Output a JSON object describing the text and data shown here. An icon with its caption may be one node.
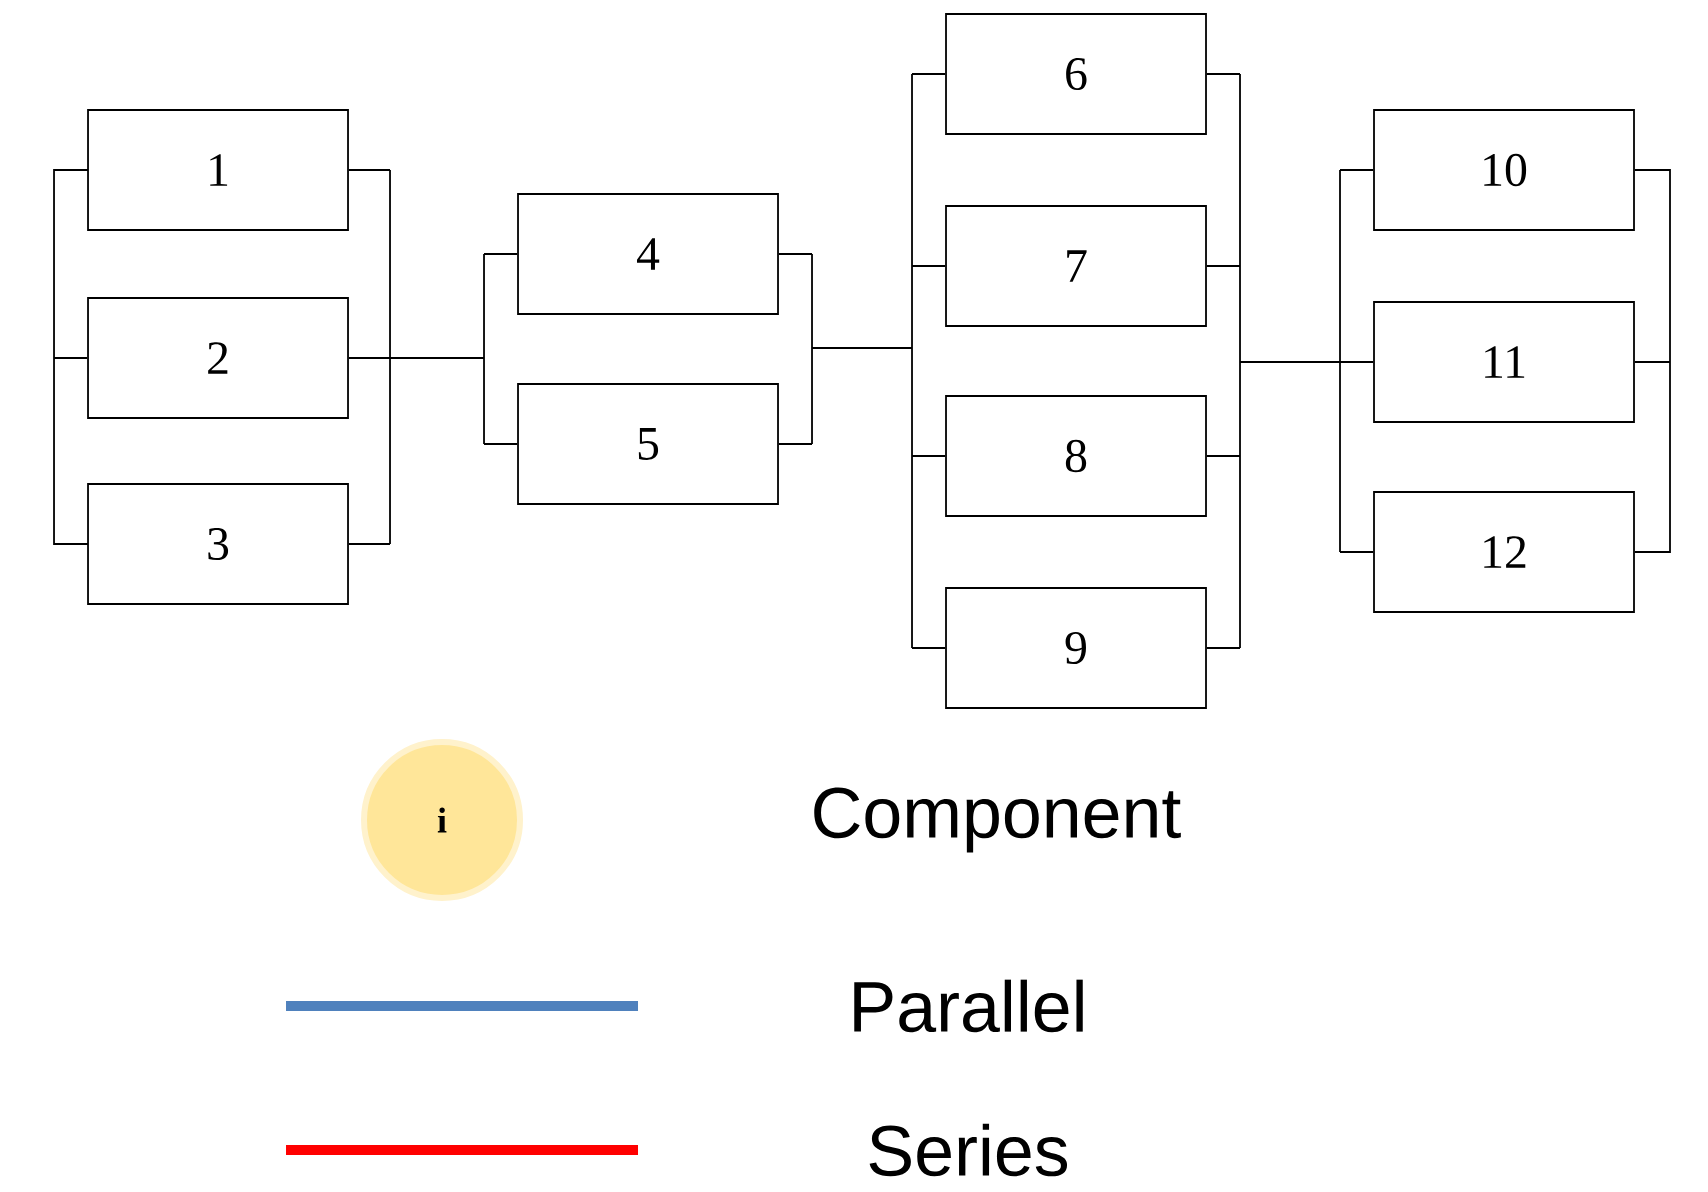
{
  "diagram": {
    "nodes": [
      {
        "text": [
          "1"
        ]
      },
      {
        "text": [
          "2"
        ]
      },
      {
        "text": [
          "3"
        ]
      },
      {
        "text": [
          "4"
        ]
      },
      {
        "text": [
          "5"
        ]
      },
      {
        "text": [
          "6"
        ]
      },
      {
        "text": [
          "7"
        ]
      },
      {
        "text": [
          "8"
        ]
      },
      {
        "text": [
          "9"
        ]
      },
      {
        "text": [
          "10"
        ]
      },
      {
        "text": [
          "11"
        ]
      },
      {
        "text": [
          "12"
        ]
      }
    ],
    "edges": [
      {
        "from": 0,
        "to": 3,
        "arrow": "none"
      },
      {
        "from": 0,
        "to": 4,
        "arrow": "none"
      },
      {
        "from": 1,
        "to": 3,
        "arrow": "none"
      },
      {
        "from": 1,
        "to": 4,
        "arrow": "none"
      },
      {
        "from": 2,
        "to": 3,
        "arrow": "none"
      },
      {
        "from": 2,
        "to": 4,
        "arrow": "none"
      },
      {
        "from": 3,
        "to": 5,
        "arrow": "none"
      },
      {
        "from": 3,
        "to": 6,
        "arrow": "none"
      },
      {
        "from": 3,
        "to": 7,
        "arrow": "none"
      },
      {
        "from": 3,
        "to": 8,
        "arrow": "none"
      },
      {
        "from": 4,
        "to": 5,
        "arrow": "none"
      },
      {
        "from": 4,
        "to": 6,
        "arrow": "none"
      },
      {
        "from": 4,
        "to": 7,
        "arrow": "none"
      },
      {
        "from": 4,
        "to": 8,
        "arrow": "none"
      },
      {
        "from": 5,
        "to": 9,
        "arrow": "none"
      },
      {
        "from": 5,
        "to": 10,
        "arrow": "none"
      },
      {
        "from": 5,
        "to": 11,
        "arrow": "none"
      },
      {
        "from": 6,
        "to": 9,
        "arrow": "none"
      },
      {
        "from": 6,
        "to": 10,
        "arrow": "none"
      },
      {
        "from": 6,
        "to": 11,
        "arrow": "none"
      },
      {
        "from": 7,
        "to": 9,
        "arrow": "none"
      },
      {
        "from": 7,
        "to": 10,
        "arrow": "none"
      },
      {
        "from": 7,
        "to": 11,
        "arrow": "none"
      },
      {
        "from": 8,
        "to": 9,
        "arrow": "none"
      },
      {
        "from": 8,
        "to": 10,
        "arrow": "none"
      },
      {
        "from": 8,
        "to": 11,
        "arrow": "none"
      }
    ],
    "labels": [
      "i"
    ],
    "legend": [
      {
        "text": "Component"
      },
      {
        "text": "Parallel"
      },
      {
        "text": "Series"
      }
    ]
  }
}
